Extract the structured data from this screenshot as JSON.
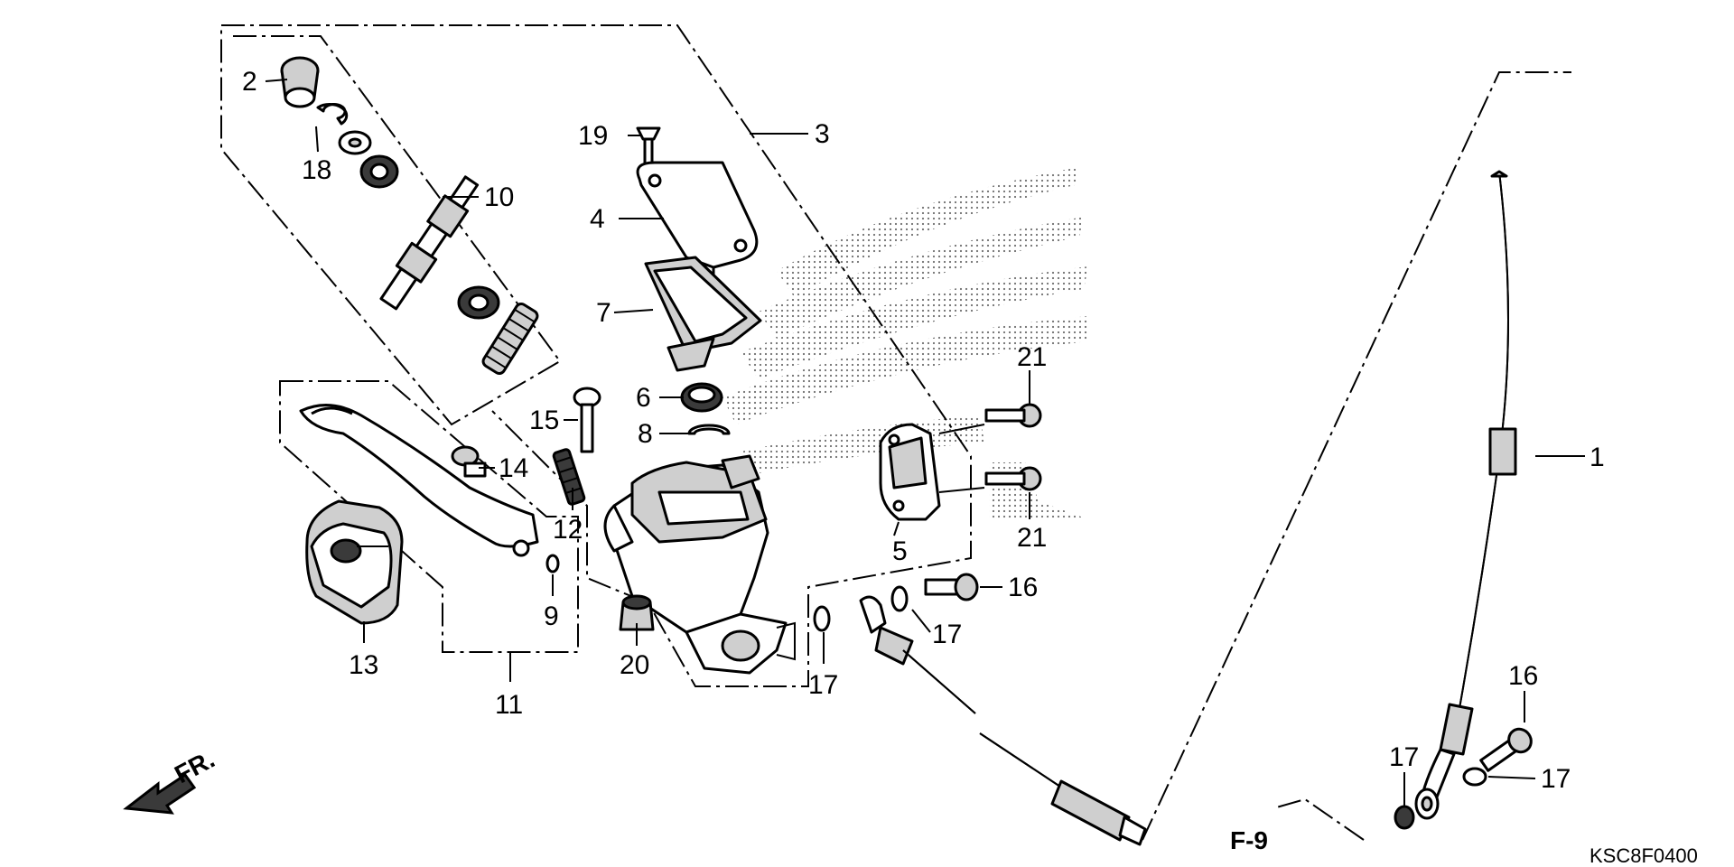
{
  "diagram": {
    "callouts": [
      {
        "id": "1",
        "label": "1"
      },
      {
        "id": "2",
        "label": "2"
      },
      {
        "id": "3",
        "label": "3"
      },
      {
        "id": "4",
        "label": "4"
      },
      {
        "id": "5",
        "label": "5"
      },
      {
        "id": "6",
        "label": "6"
      },
      {
        "id": "7",
        "label": "7"
      },
      {
        "id": "8",
        "label": "8"
      },
      {
        "id": "9",
        "label": "9"
      },
      {
        "id": "10",
        "label": "10"
      },
      {
        "id": "11",
        "label": "11"
      },
      {
        "id": "12",
        "label": "12"
      },
      {
        "id": "13",
        "label": "13"
      },
      {
        "id": "14",
        "label": "14"
      },
      {
        "id": "15",
        "label": "15"
      },
      {
        "id": "16",
        "label": "16"
      },
      {
        "id": "17",
        "label": "17"
      },
      {
        "id": "18",
        "label": "18"
      },
      {
        "id": "19",
        "label": "19"
      },
      {
        "id": "20",
        "label": "20"
      },
      {
        "id": "21",
        "label": "21"
      }
    ],
    "direction_marker": "FR.",
    "section_reference": "F-9",
    "figure_code": "KSC8F0400"
  }
}
